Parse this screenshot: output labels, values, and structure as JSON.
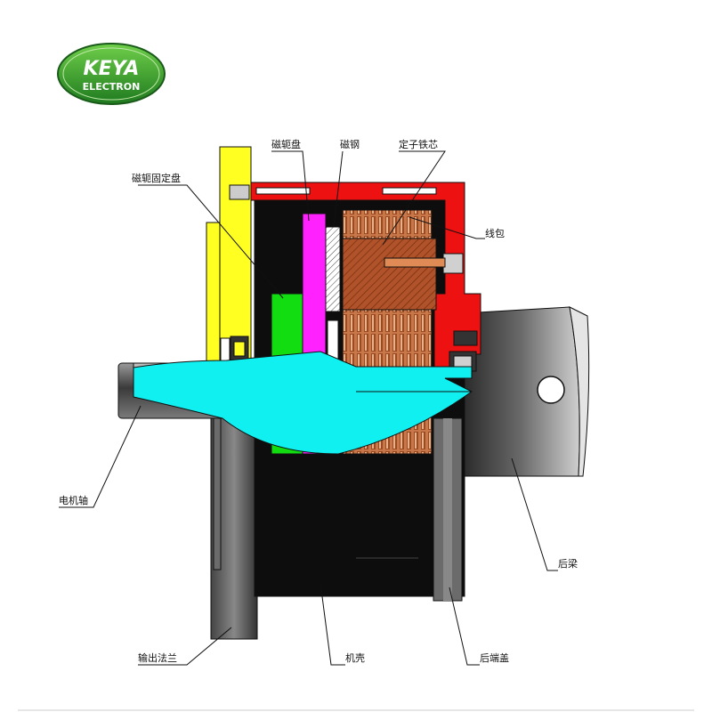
{
  "logo": {
    "brand": "KEYA",
    "sub": "ELECTRON"
  },
  "labels": {
    "magnetic_disc": "磁轭盘",
    "magnet": "磁钢",
    "stator_core": "定子铁芯",
    "yoke_fixing_disc": "磁轭固定盘",
    "coil": "线包",
    "motor_shaft": "电机轴",
    "rear_frame": "后梁",
    "output_flange": "输出法兰",
    "housing": "机壳",
    "rear_end_cover": "后端盖"
  },
  "colors": {
    "logo_green": "#2e8b2e",
    "yellow_part": "#ffff22",
    "red_part": "#ee1111",
    "magenta_part": "#ff22ff",
    "green_part": "#11dd11",
    "cyan_part": "#11f0f0",
    "copper_part": "#b0532a",
    "dark_part": "#0d0d0d",
    "grey_part": "#6b6b6b"
  }
}
